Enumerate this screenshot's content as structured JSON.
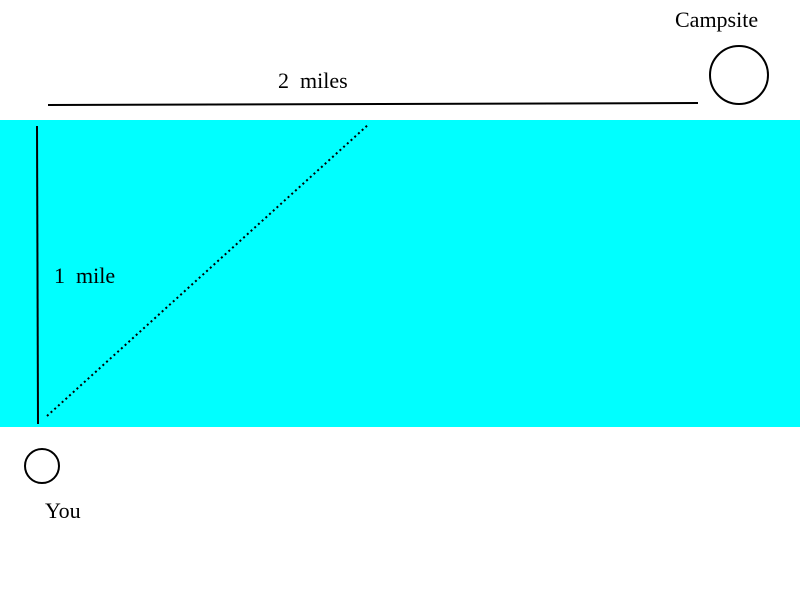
{
  "labels": {
    "campsite": "Campsite",
    "you": "You",
    "horizontal_distance": "2  miles",
    "vertical_distance": "1  mile"
  },
  "colors": {
    "water": "#00FFFF",
    "background": "#FFFFFF",
    "stroke": "#000000"
  }
}
